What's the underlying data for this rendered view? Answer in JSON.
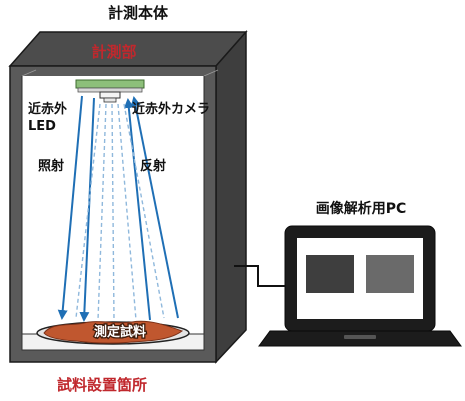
{
  "labels": {
    "body_title": "計測本体",
    "unit_title": "計測部",
    "led_line1": "近赤外",
    "led_line2": "LED",
    "camera": "近赤外カメラ",
    "irradiation": "照射",
    "reflection": "反射",
    "pc_title": "画像解析用PC",
    "sample": "測定試料",
    "sample_location": "試料設置箇所"
  },
  "colors": {
    "red_label": "#c0282d",
    "beam_blue": "#1f6fb5",
    "enclosure_fill": "#5a5a5a",
    "enclosure_inner": "#ffffff",
    "sample_fill": "#c0572f"
  }
}
